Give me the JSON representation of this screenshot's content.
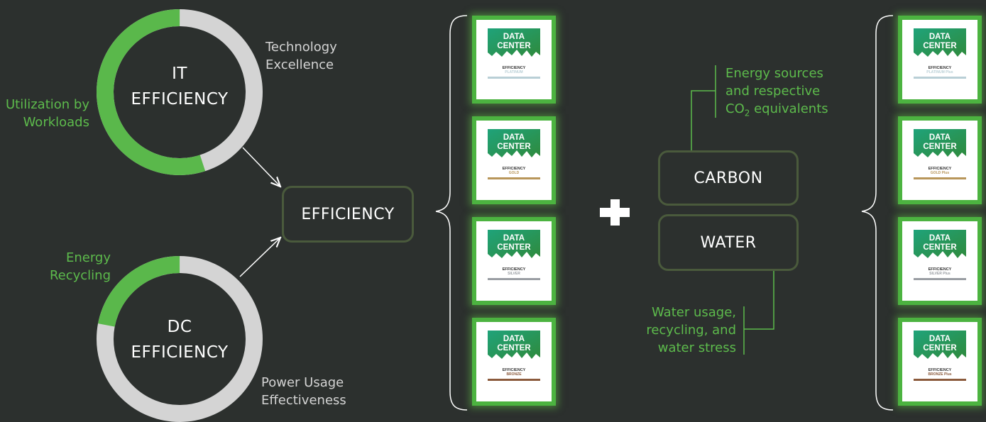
{
  "it_efficiency": {
    "label_line1": "IT",
    "label_line2": "EFFICIENCY",
    "green_fraction": 0.55,
    "green_label": [
      "Utilization by",
      "Workloads"
    ],
    "grey_label": [
      "Technology",
      "Excellence"
    ]
  },
  "dc_efficiency": {
    "label_line1": "DC",
    "label_line2": "EFFICIENCY",
    "green_fraction": 0.22,
    "green_label": [
      "Energy",
      "Recycling"
    ],
    "grey_label": [
      "Power Usage",
      "Effectiveness"
    ]
  },
  "efficiency_box": "EFFICIENCY",
  "carbon_box": "CARBON",
  "water_box": "WATER",
  "carbon_note": {
    "line1": "Energy sources",
    "line2": "and respective",
    "line3_prefix": "CO",
    "line3_sub": "2",
    "line3_suffix": " equivalents"
  },
  "water_note": [
    "Water usage,",
    "recycling, and",
    "water stress"
  ],
  "badges_left": [
    {
      "title1": "DATA",
      "title2": "CENTER",
      "efficiency": "EFFICIENCY",
      "tier": "PLATINUM",
      "tier_color": "#b9cfd6"
    },
    {
      "title1": "DATA",
      "title2": "CENTER",
      "efficiency": "EFFICIENCY",
      "tier": "GOLD",
      "tier_color": "#b8965a"
    },
    {
      "title1": "DATA",
      "title2": "CENTER",
      "efficiency": "EFFICIENCY",
      "tier": "SILVER",
      "tier_color": "#9a9ea3"
    },
    {
      "title1": "DATA",
      "title2": "CENTER",
      "efficiency": "EFFICIENCY",
      "tier": "BRONZE",
      "tier_color": "#8b5a3c"
    }
  ],
  "badges_right": [
    {
      "title1": "DATA",
      "title2": "CENTER",
      "efficiency": "EFFICIENCY",
      "tier": "PLATINUM Plus",
      "tier_color": "#b9cfd6"
    },
    {
      "title1": "DATA",
      "title2": "CENTER",
      "efficiency": "EFFICIENCY",
      "tier": "GOLD Plus",
      "tier_color": "#b8965a"
    },
    {
      "title1": "DATA",
      "title2": "CENTER",
      "efficiency": "EFFICIENCY",
      "tier": "SILVER Plus",
      "tier_color": "#9a9ea3"
    },
    {
      "title1": "DATA",
      "title2": "CENTER",
      "efficiency": "EFFICIENCY",
      "tier": "BRONZE Plus",
      "tier_color": "#8b5a3c"
    }
  ],
  "colors": {
    "background": "#2c302e",
    "green": "#5dbb4c",
    "ring_green": "#5ab84b",
    "ring_grey": "#d4d4d4",
    "box_border": "#4a5a3c"
  }
}
